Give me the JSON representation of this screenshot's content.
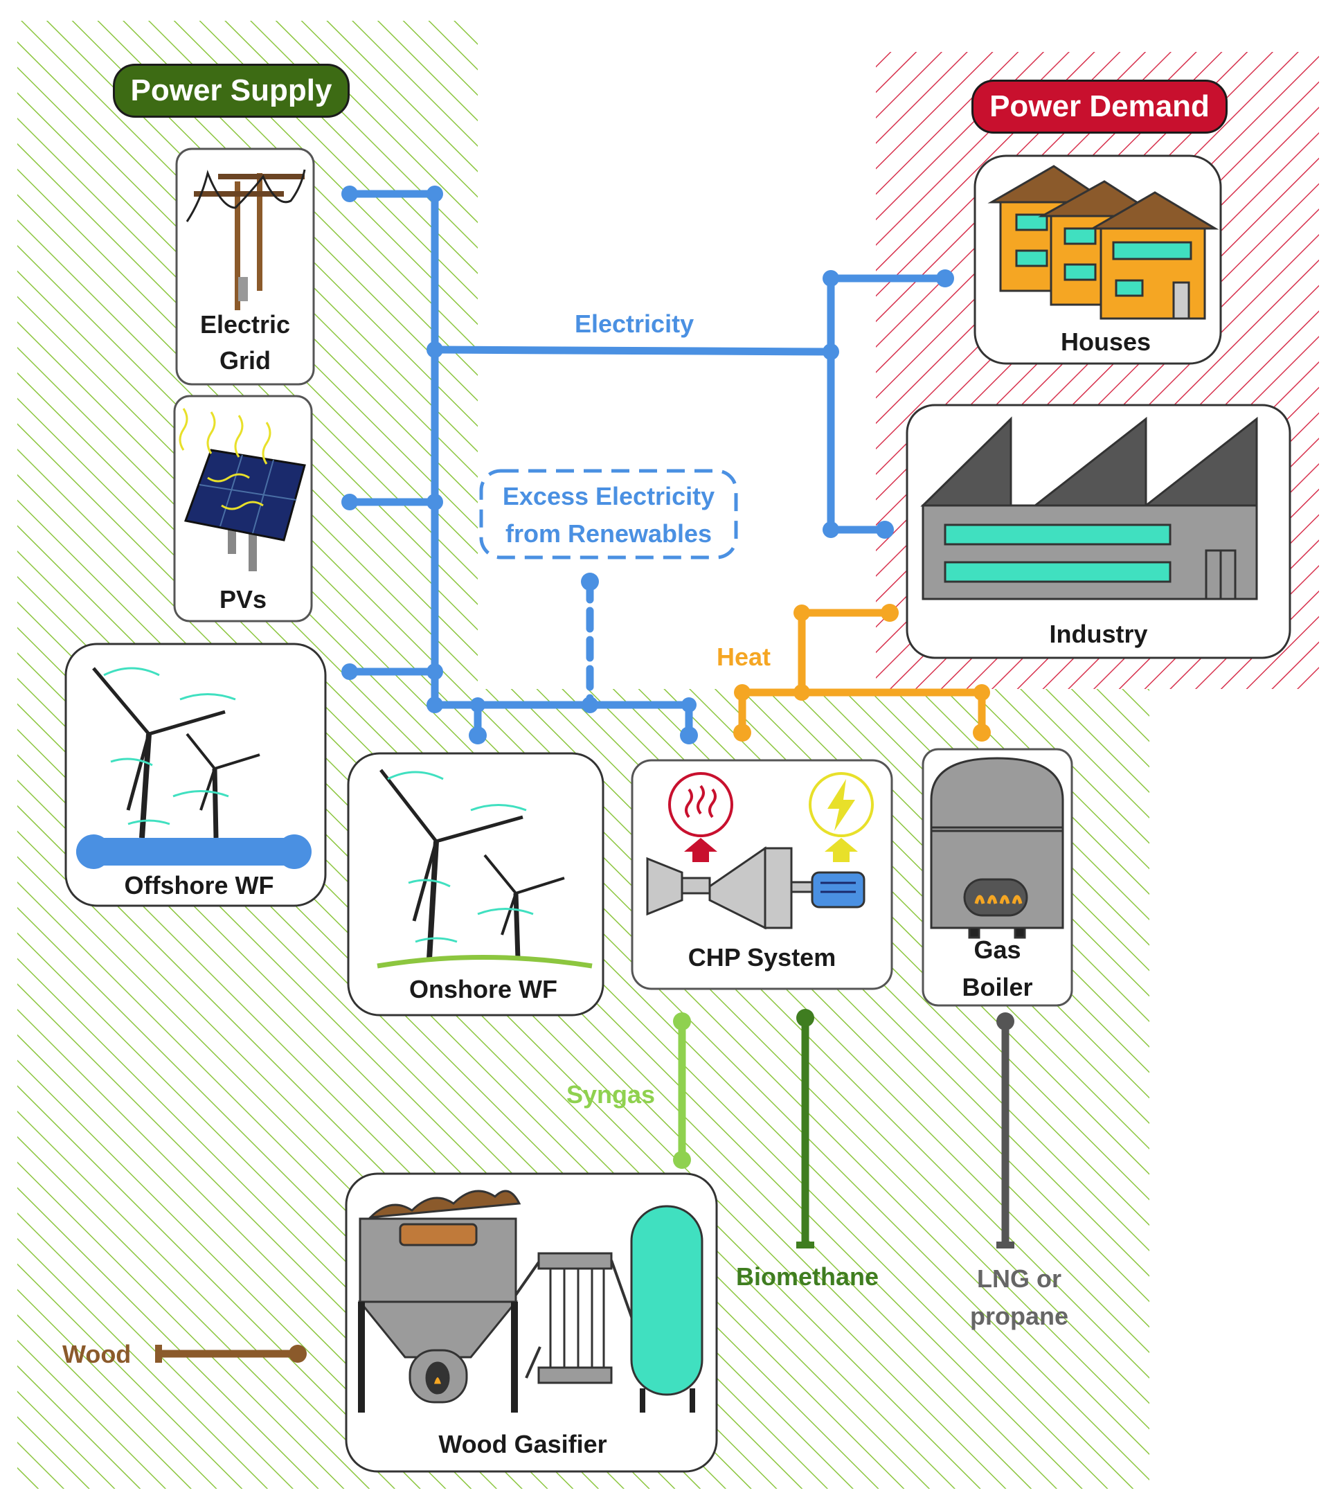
{
  "titles": {
    "supply": "Power Supply",
    "demand": "Power Demand"
  },
  "nodes": {
    "electric_grid": "Electric\nGrid",
    "pvs": "PVs",
    "offshore_wf": "Offshore WF",
    "onshore_wf": "Onshore WF",
    "chp_system": "CHP System",
    "gas_boiler": "Gas\nBoiler",
    "houses": "Houses",
    "industry": "Industry",
    "wood_gasifier": "Wood Gasifier",
    "excess": "Excess Electricity\nfrom Renewables"
  },
  "flows": {
    "electricity": "Electricity",
    "heat": "Heat",
    "syngas": "Syngas",
    "biomethane": "Biomethane",
    "lng": "LNG or\npropane",
    "wood": "Wood"
  },
  "colors": {
    "supply_title": "#3d6b14",
    "demand_title": "#c8102e",
    "supply_hatch": "#8cc63f",
    "demand_hatch": "#d7324e",
    "electricity": "#4a90e2",
    "heat": "#f5a623",
    "syngas": "#8fd14f",
    "biomethane": "#3f7d20",
    "lng": "#555555",
    "wood": "#8b5a2b",
    "teal": "#40e0c0",
    "house": "#f5a623",
    "gray": "#9b9b9b"
  }
}
